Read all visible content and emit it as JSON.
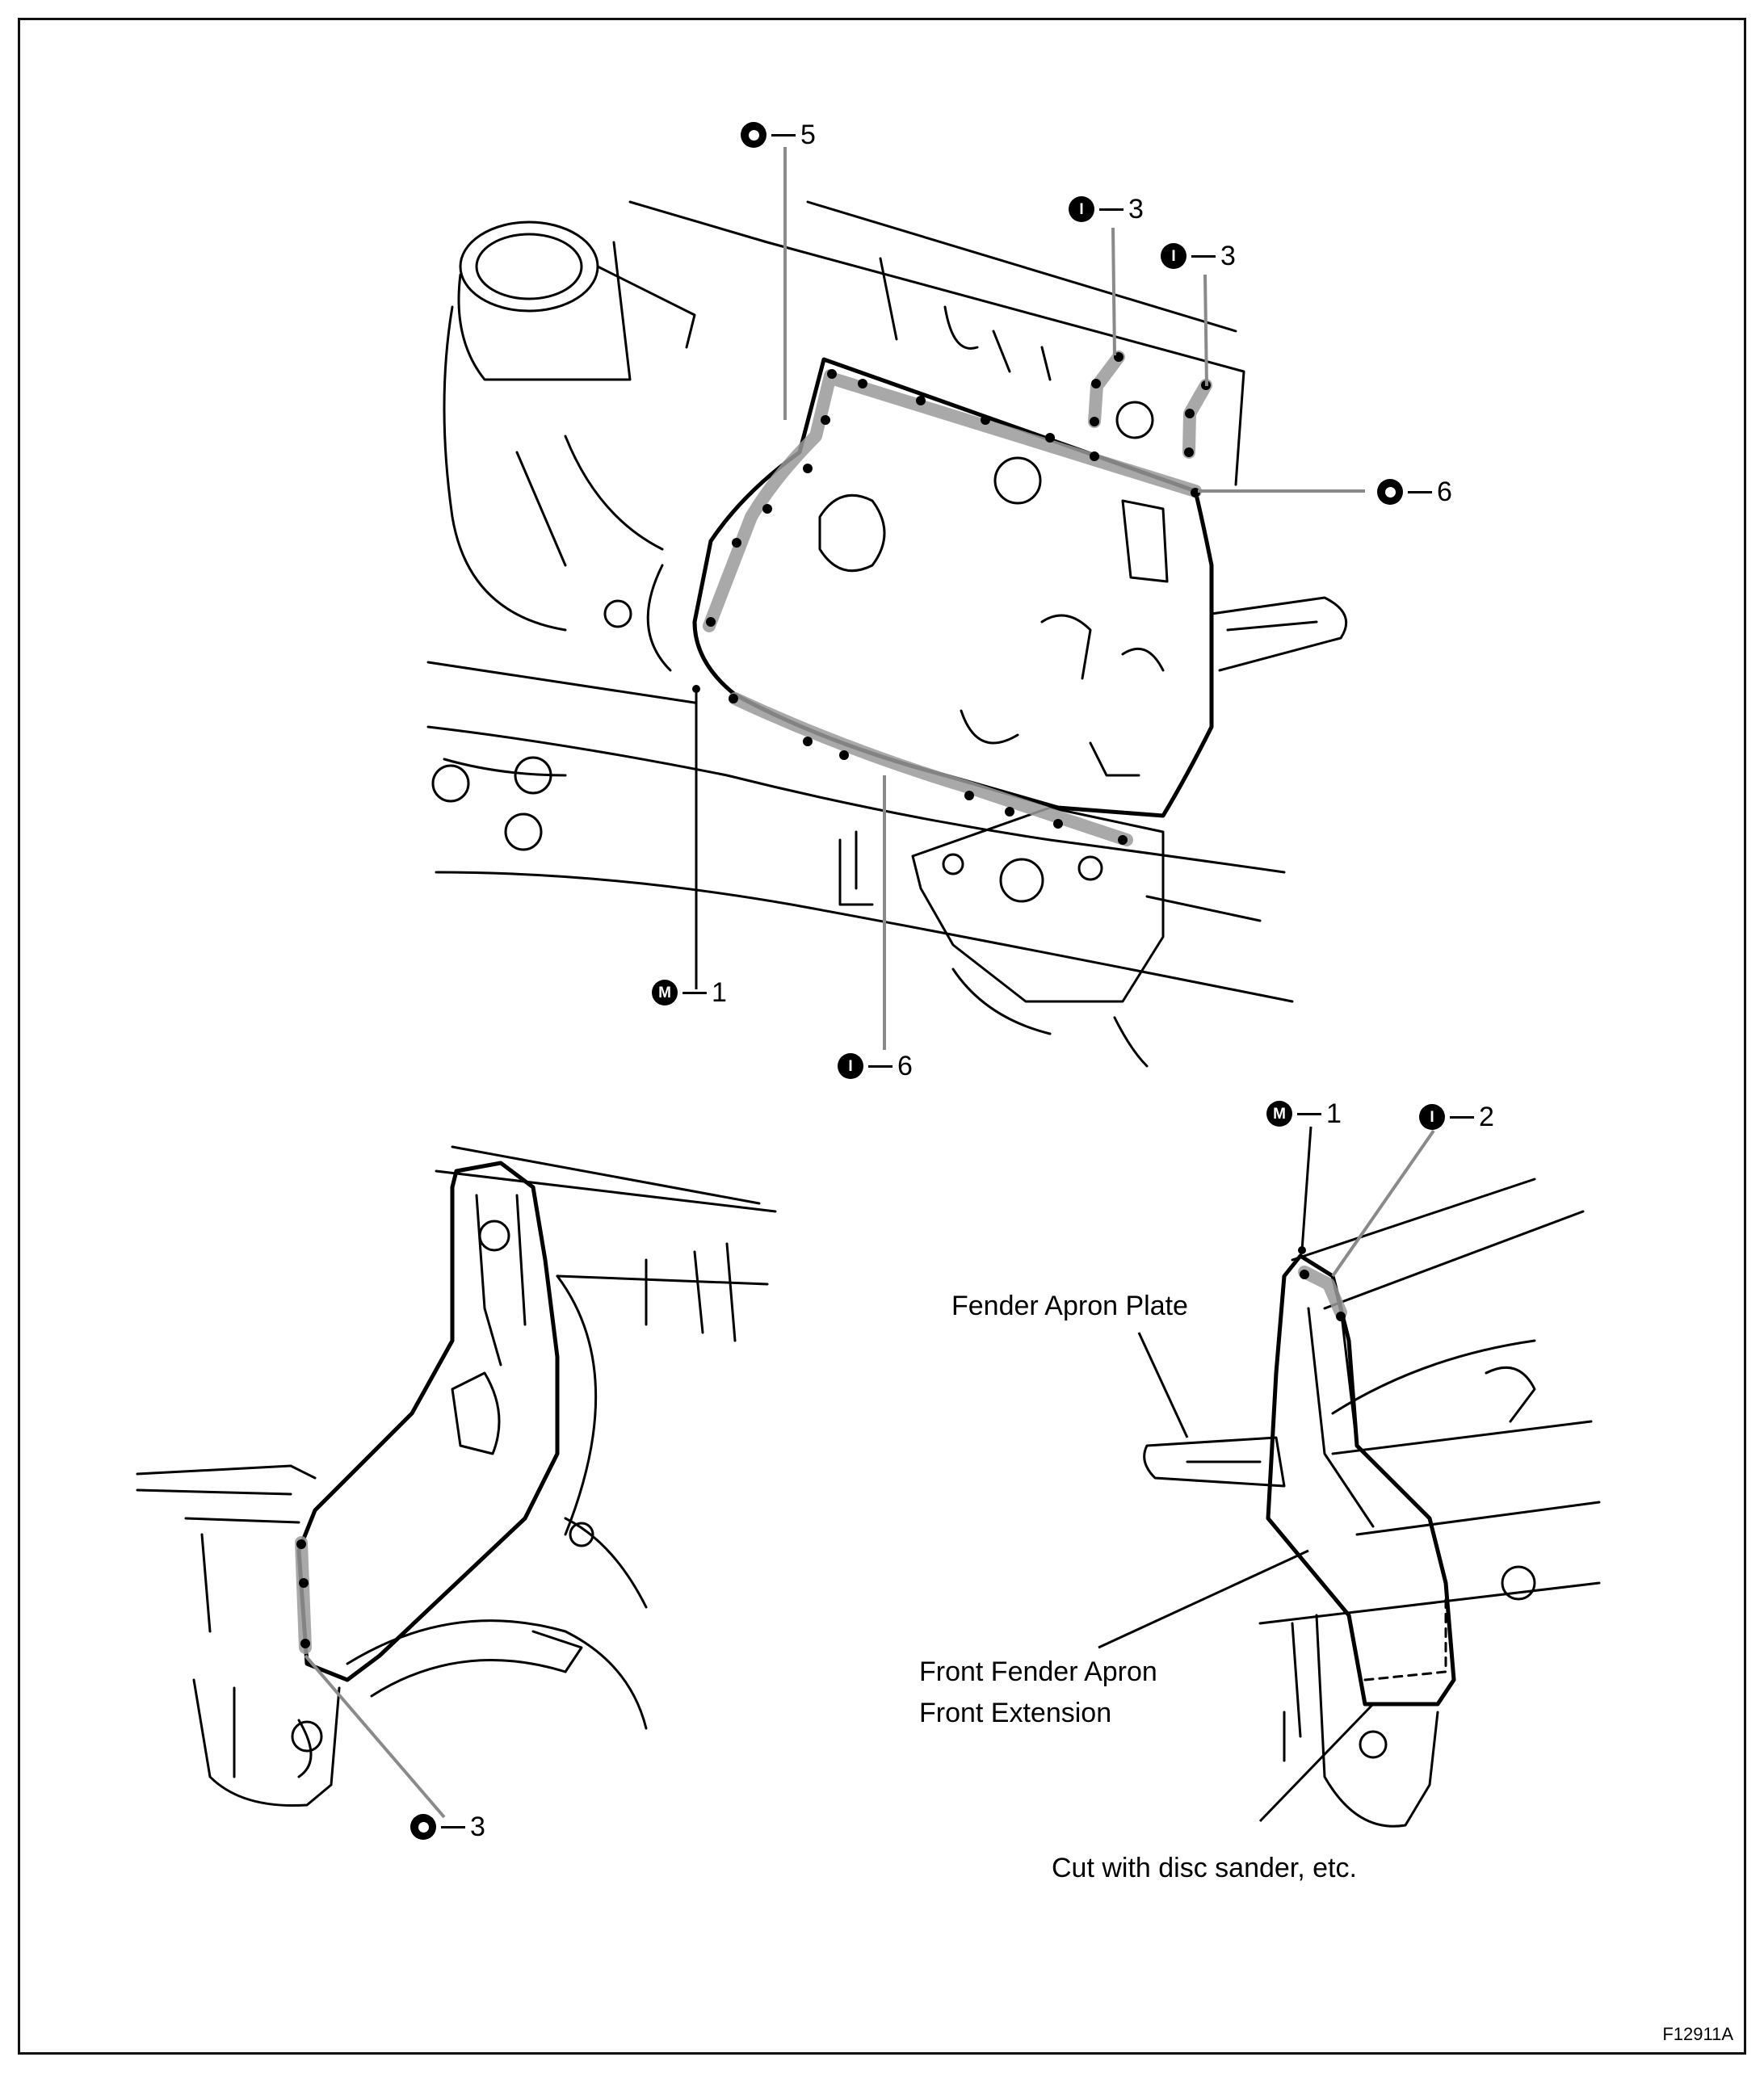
{
  "callouts": {
    "o5": {
      "symbol": "O",
      "icon": "spot-weld-ring-icon",
      "number": "5"
    },
    "i3a": {
      "symbol": "I",
      "icon": "weld-symbol-i-icon",
      "number": "3"
    },
    "i3b": {
      "symbol": "I",
      "icon": "weld-symbol-i-icon",
      "number": "3"
    },
    "o6": {
      "symbol": "O",
      "icon": "spot-weld-ring-icon",
      "number": "6"
    },
    "m1a": {
      "symbol": "M",
      "icon": "weld-symbol-m-icon",
      "number": "1"
    },
    "i6": {
      "symbol": "I",
      "icon": "weld-symbol-i-icon",
      "number": "6"
    },
    "m1b": {
      "symbol": "M",
      "icon": "weld-symbol-m-icon",
      "number": "1"
    },
    "i2": {
      "symbol": "I",
      "icon": "weld-symbol-i-icon",
      "number": "2"
    },
    "o3": {
      "symbol": "O",
      "icon": "spot-weld-ring-icon",
      "number": "3"
    }
  },
  "labels": {
    "fender_apron_plate": "Fender Apron Plate",
    "front_fender_apron_line1": "Front Fender Apron",
    "front_fender_apron_line2": "Front Extension",
    "cut_note": "Cut with disc sander, etc."
  },
  "figure_id": "F12911A",
  "colors": {
    "line": "#000000",
    "weld_highlight": "#9a9a9a",
    "leader": "#8a8a8a"
  }
}
